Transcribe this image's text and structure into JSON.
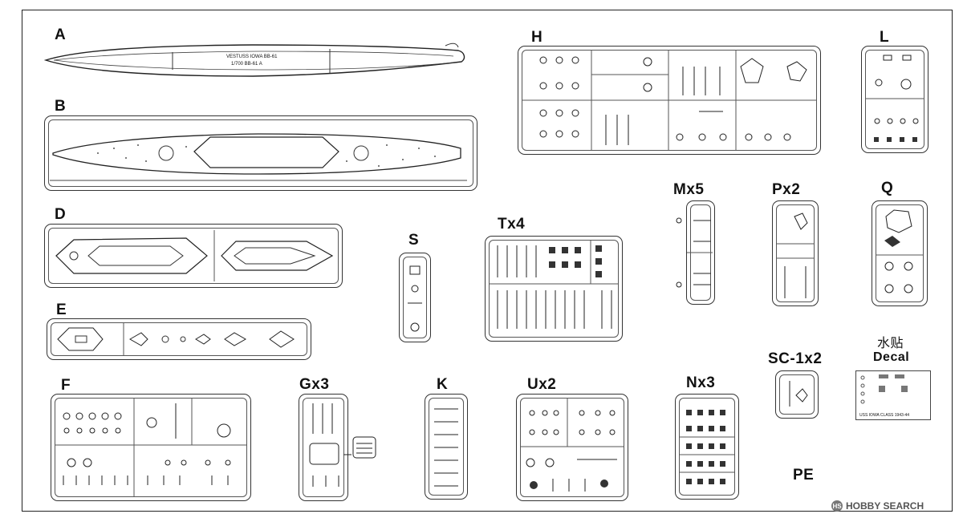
{
  "labels": {
    "A": "A",
    "B": "B",
    "D": "D",
    "E": "E",
    "F": "F",
    "Gx3": "Gx3",
    "H": "H",
    "K": "K",
    "L": "L",
    "Mx5": "Mx5",
    "Nx3": "Nx3",
    "PE": "PE",
    "Px2": "Px2",
    "Q": "Q",
    "S": "S",
    "SC1x2": "SC-1x2",
    "Tx4": "Tx4",
    "Ux2": "Ux2"
  },
  "decal": {
    "title_cn": "水贴",
    "title_en": "Decal",
    "footer": "USS IOWA CLASS 1943-44"
  },
  "hull_text": {
    "line1": "VESTUSS IOWA BB-61",
    "line2": "1/700 BB-61 A"
  },
  "watermark": {
    "text": "HOBBY SEARCH"
  },
  "colors": {
    "line": "#222222",
    "part_fill": "#ffffff",
    "frame": "#222222"
  }
}
